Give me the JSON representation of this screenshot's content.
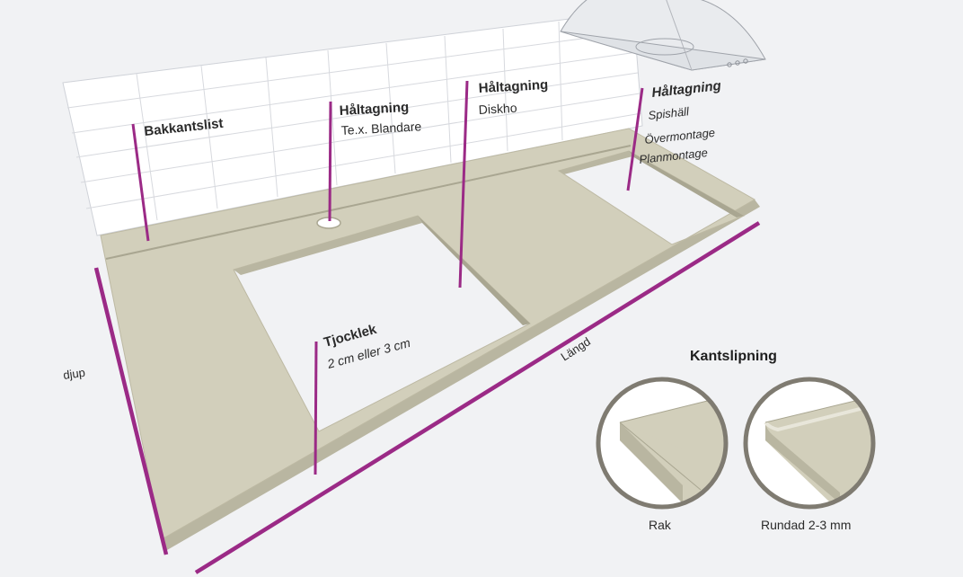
{
  "labels": {
    "bakkantslist": "Bakkantslist",
    "haltagning_blandare_title": "Håltagning",
    "haltagning_blandare_sub": "Te.x. Blandare",
    "haltagning_diskho_title": "Håltagning",
    "haltagning_diskho_sub": "Diskho",
    "haltagning_spishall_title": "Håltagning",
    "haltagning_spishall_sub1": "Spishäll",
    "haltagning_spishall_sub2": "Övermontage",
    "haltagning_spishall_sub3": "Planmontage",
    "tjocklek_title": "Tjocklek",
    "tjocklek_sub": "2 cm eller 3 cm",
    "djup": "djup",
    "langd": "Längd"
  },
  "edge_finish": {
    "title": "Kantslipning",
    "options": [
      {
        "label": "Rak"
      },
      {
        "label": "Rundad 2-3 mm"
      }
    ]
  },
  "colors": {
    "background": "#f1f2f4",
    "countertop": "#d2cfbb",
    "countertop_edge": "#b9b6a1",
    "accent": "#9b2a86",
    "tile_line": "#d7d9de",
    "circle_ring": "#7f7b71"
  }
}
